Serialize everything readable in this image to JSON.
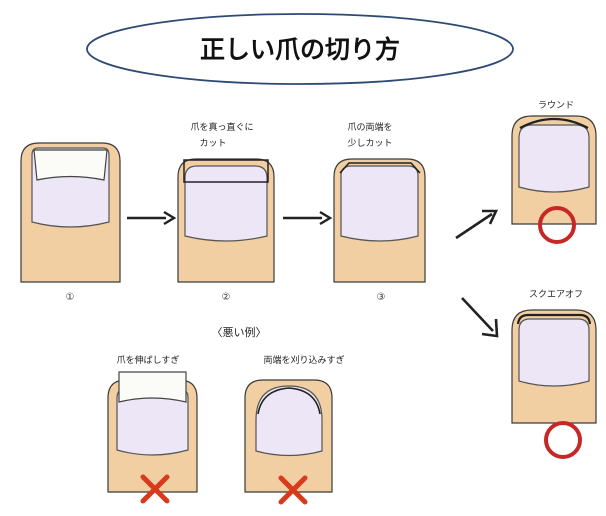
{
  "title": "正しい爪の切り方",
  "steps": [
    {
      "number": "①",
      "caption": []
    },
    {
      "number": "②",
      "caption": [
        "爪を真っ直ぐに",
        "カット"
      ]
    },
    {
      "number": "③",
      "caption": [
        "爪の両端を",
        "少しカット"
      ]
    }
  ],
  "results": {
    "round": {
      "label": "ラウンド",
      "mark": "circle"
    },
    "square_off": {
      "label": "スクエアオフ",
      "mark": "circle"
    }
  },
  "bad_examples": {
    "heading": "〈悪い例〉",
    "items": [
      {
        "caption": "爪を伸ばしすぎ",
        "mark": "cross"
      },
      {
        "caption": "両端を刈り込みすぎ",
        "mark": "cross"
      }
    ]
  },
  "colors": {
    "skin": "#f2cfa3",
    "nail": "#ece6f6",
    "nail_tip": "#fbfbf8",
    "outline": "#3a3a3a",
    "ok_mark": "#c62828",
    "bad_mark": "#d83a1c",
    "title_border": "#2d4a75"
  }
}
